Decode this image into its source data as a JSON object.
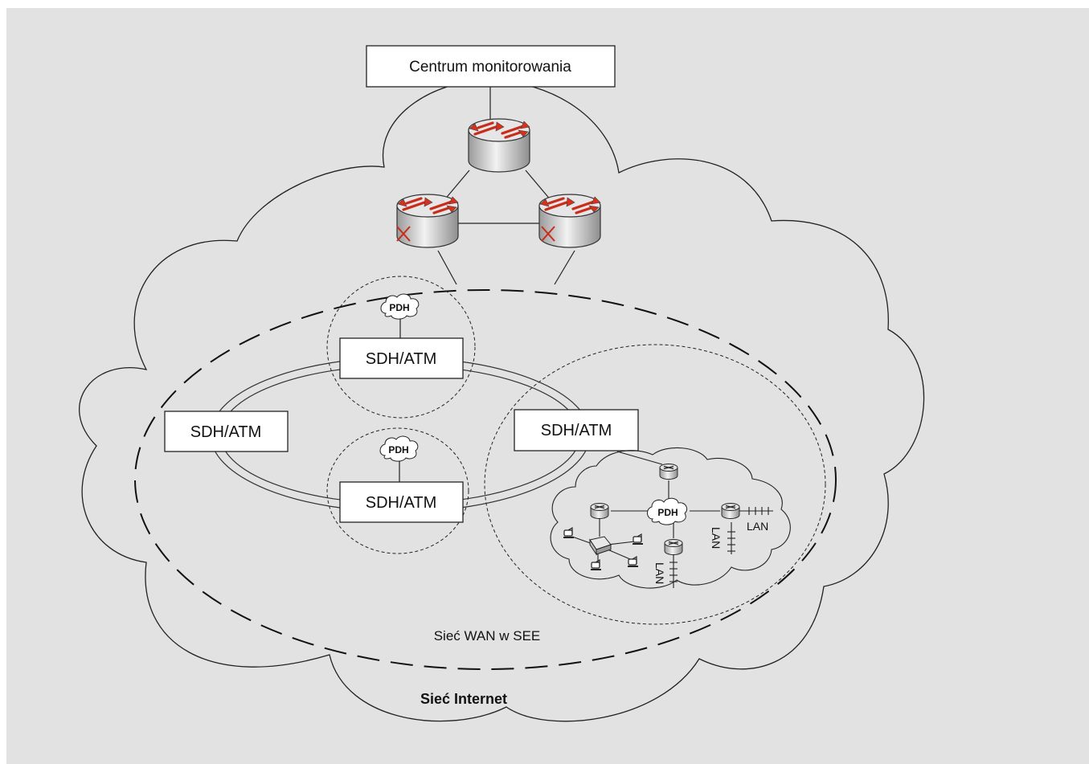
{
  "monitoring_center": {
    "label": "Centrum monitorowania"
  },
  "sdh_nodes": {
    "top": "SDH/ATM",
    "left": "SDH/ATM",
    "right": "SDH/ATM",
    "bottom": "SDH/ATM"
  },
  "pdh": {
    "top": "PDH",
    "bottom": "PDH",
    "local": "PDH"
  },
  "lan_labels": {
    "right": "LAN",
    "middle": "LAN",
    "left": "LAN"
  },
  "wan_label": "Sieć WAN w SEE",
  "internet_label": "Sieć Internet",
  "colors": {
    "background": "#e1e2e1",
    "router_arrow": "#d9301c"
  }
}
